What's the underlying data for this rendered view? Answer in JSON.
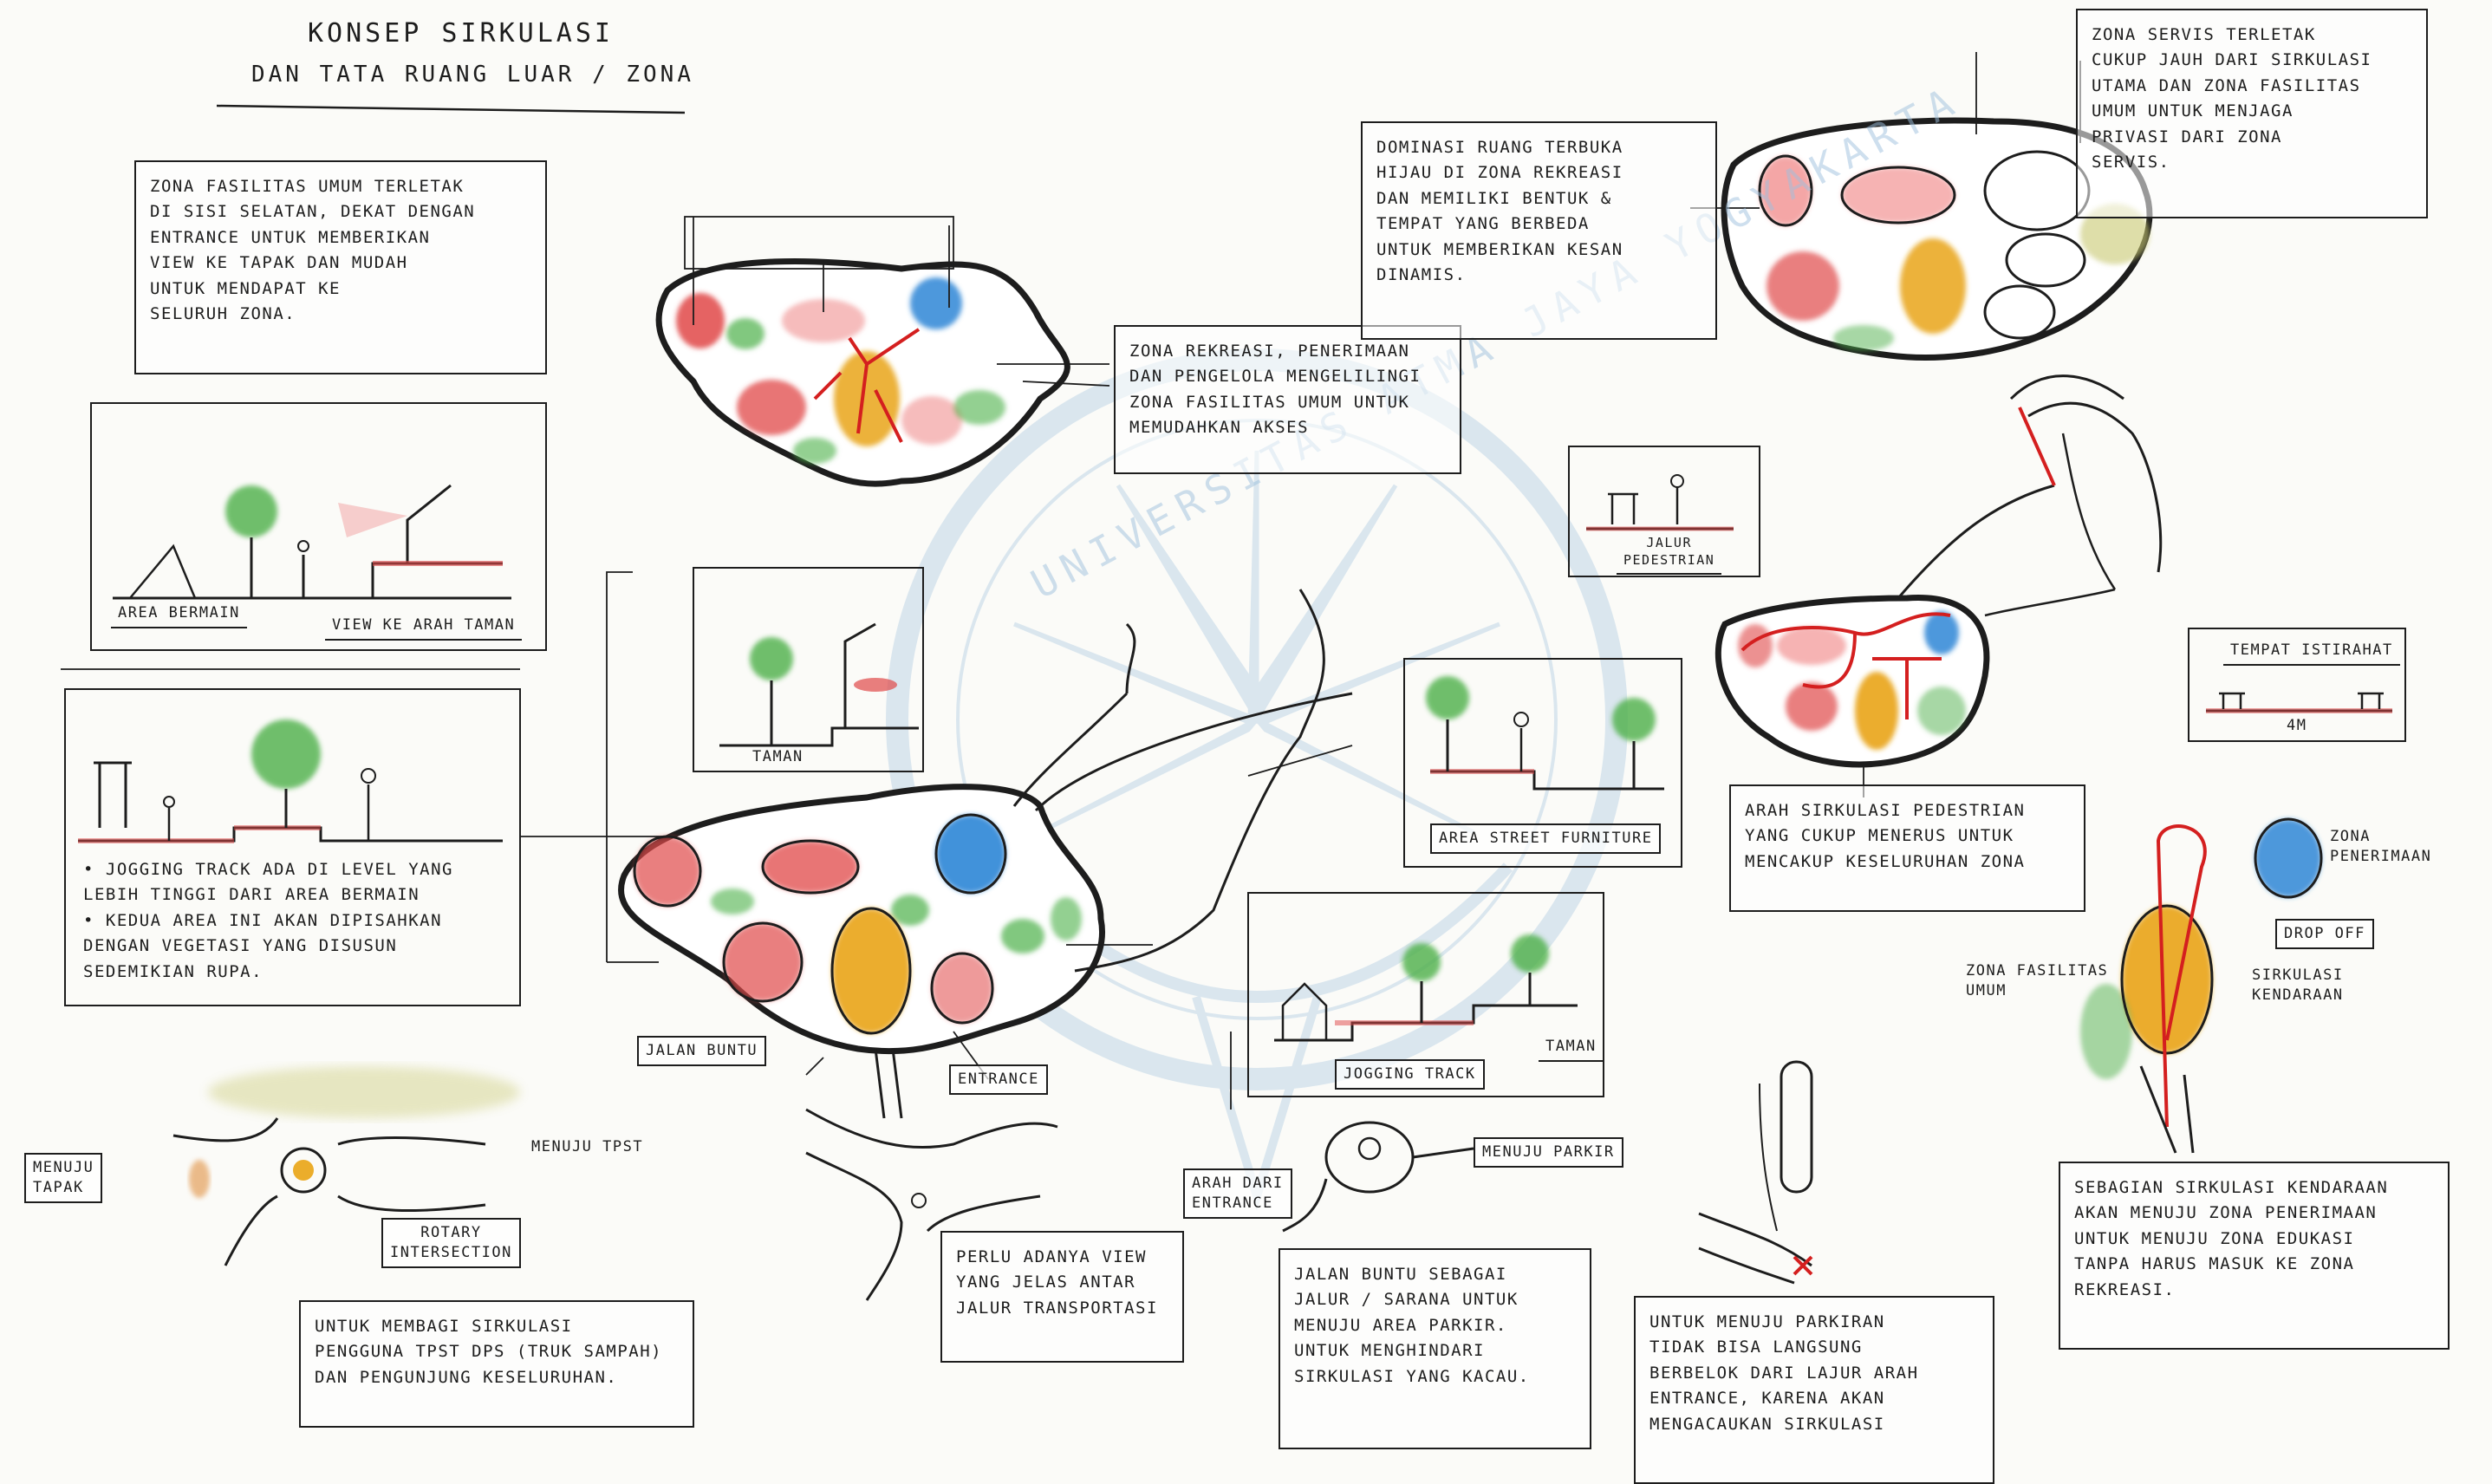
{
  "title": {
    "line1": "KONSEP SIRKULASI",
    "line2": "DAN TATA RUANG LUAR / ZONA"
  },
  "watermark": {
    "text": "UNIVERSITAS ATMA JAYA YOGYAKARTA"
  },
  "colors": {
    "zona_penerimaan": "#2f86d6",
    "zona_fasilitas_umum": "#e9a414",
    "zona_rekreasi": "#e04848",
    "vegetasi": "#4db04a",
    "sirkulasi": "#d41f1f",
    "watermark": "#9ec1de"
  },
  "notes": {
    "zona_fasilitas": "ZONA FASILITAS UMUM TERLETAK\nDI SISI SELATAN, DEKAT DENGAN\nENTRANCE UNTUK MEMBERIKAN\nVIEW KE TAPAK DAN MUDAH\nUNTUK MENDAPAT KE\nSELURUH ZONA.",
    "zona_rekreasi": "ZONA REKREASI, PENERIMAAN\nDAN PENGELOLA MENGELILINGI\nZONA FASILITAS UMUM UNTUK\nMEMUDAHKAN AKSES",
    "dominasi": "DOMINASI RUANG TERBUKA\nHIJAU DI ZONA REKREASI\nDAN MEMILIKI BENTUK &\nTEMPAT YANG BERBEDA\nUNTUK MEMBERIKAN KESAN\nDINAMIS.",
    "zona_servis": "ZONA SERVIS TERLETAK\nCUKUP JAUH DARI SIRKULASI\nUTAMA DAN ZONA FASILITAS\nUMUM UNTUK MENJAGA\nPRIVASI DARI ZONA\nSERVIS.",
    "jogging": "• JOGGING TRACK ADA DI LEVEL YANG\n  LEBIH TINGGI DARI AREA BERMAIN\n• KEDUA AREA INI AKAN DIPISAHKAN\n  DENGAN VEGETASI YANG DISUSUN\n  SEDEMIKIAN RUPA.",
    "arah_sirkulasi": "ARAH SIRKULASI PEDESTRIAN\nYANG CUKUP MENERUS UNTUK\nMENCAKUP KESELURUHAN ZONA",
    "sebagian": "SEBAGIAN SIRKULASI KENDARAAN\nAKAN MENUJU ZONA PENERIMAAN\nUNTUK MENUJU ZONA EDUKASI\nTANPA HARUS MASUK KE ZONA\nREKREASI.",
    "membagi": "UNTUK MEMBAGI SIRKULASI\nPENGGUNA TPST DPS (TRUK SAMPAH)\nDAN PENGUNJUNG KESELURUHAN.",
    "perlu": "PERLU ADANYA VIEW\nYANG JELAS ANTAR\nJALUR TRANSPORTASI",
    "jalan_buntu": "JALAN BUNTU SEBAGAI\nJALUR / SARANA UNTUK\nMENUJU AREA PARKIR.\nUNTUK MENGHINDARI\nSIRKULASI YANG KACAU.",
    "parkiran": "UNTUK MENUJU PARKIRAN\nTIDAK BISA LANGSUNG\nBERBELOK DARI LAJUR ARAH\nENTRANCE, KARENA AKAN\nMENGACAUKAN SIRKULASI"
  },
  "labels": {
    "area_bermain": "AREA BERMAIN",
    "view_taman": "VIEW KE ARAH TAMAN",
    "taman1": "TAMAN",
    "jalur_pedestrian": "JALUR\nPEDESTRIAN",
    "area_street": "AREA STREET FURNITURE",
    "jogging_track": "JOGGING TRACK",
    "taman2": "TAMAN",
    "tempat_istirahat": "TEMPAT ISTIRAHAT",
    "dim_4m": "4M",
    "jalan_buntu": "JALAN BUNTU",
    "entrance": "ENTRANCE",
    "menuju_tapak": "MENUJU\nTAPAK",
    "menuju_tpst": "MENUJU TPST",
    "rotary": "ROTARY\nINTERSECTION",
    "menuju_parkir": "MENUJU PARKIR",
    "arah_dari_entrance": "ARAH DARI\nENTRANCE",
    "zona_penerimaan": "ZONA\nPENERIMAAN",
    "drop_off": "DROP OFF",
    "zona_fasilitas_umum": "ZONA FASILITAS\nUMUM",
    "sirkulasi_kendaraan": "SIRKULASI\nKENDARAAN"
  }
}
